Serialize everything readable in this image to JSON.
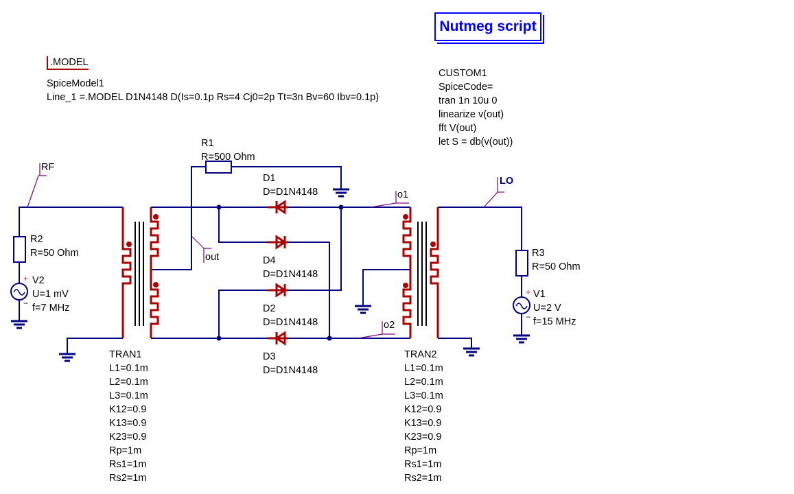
{
  "nutmeg": {
    "label": "Nutmeg script"
  },
  "model_block": {
    "tag": ".MODEL",
    "name": "SpiceModel1",
    "line": "Line_1 =.MODEL D1N4148 D(Is=0.1p Rs=4 Cj0=2p Tt=3n Bv=60 Ibv=0.1p)"
  },
  "custom": {
    "lines": [
      "CUSTOM1",
      "SpiceCode=",
      "tran 1n 10u 0",
      "linearize v(out)",
      "fft V(out)",
      "let S = db(v(out))"
    ]
  },
  "components": {
    "R1": {
      "name": "R1",
      "value": "R=500 Ohm"
    },
    "R2": {
      "name": "R2",
      "value": "R=50 Ohm"
    },
    "R3": {
      "name": "R3",
      "value": "R=50 Ohm"
    },
    "V2": {
      "name": "V2",
      "u": "U=1 mV",
      "f": "f=7 MHz"
    },
    "V1": {
      "name": "V1",
      "u": "U=2 V",
      "f": "f=15 MHz"
    },
    "D1": {
      "name": "D1",
      "value": "D=D1N4148"
    },
    "D2": {
      "name": "D2",
      "value": "D=D1N4148"
    },
    "D3": {
      "name": "D3",
      "value": "D=D1N4148"
    },
    "D4": {
      "name": "D4",
      "value": "D=D1N4148"
    },
    "TRAN1": {
      "lines": [
        "TRAN1",
        "L1=0.1m",
        "L2=0.1m",
        "L3=0.1m",
        "K12=0.9",
        "K13=0.9",
        "K23=0.9",
        "Rp=1m",
        "Rs1=1m",
        "Rs2=1m"
      ]
    },
    "TRAN2": {
      "lines": [
        "TRAN2",
        "L1=0.1m",
        "L2=0.1m",
        "L3=0.1m",
        "K12=0.9",
        "K13=0.9",
        "K23=0.9",
        "Rp=1m",
        "Rs1=1m",
        "Rs2=1m"
      ]
    }
  },
  "labels": {
    "rf": "RF",
    "out": "out",
    "o1": "o1",
    "o2": "o2",
    "lo": "LO"
  },
  "colors": {
    "wire": "#000080",
    "component": "#aa0000",
    "label": "#800080",
    "script": "#0000ff"
  }
}
